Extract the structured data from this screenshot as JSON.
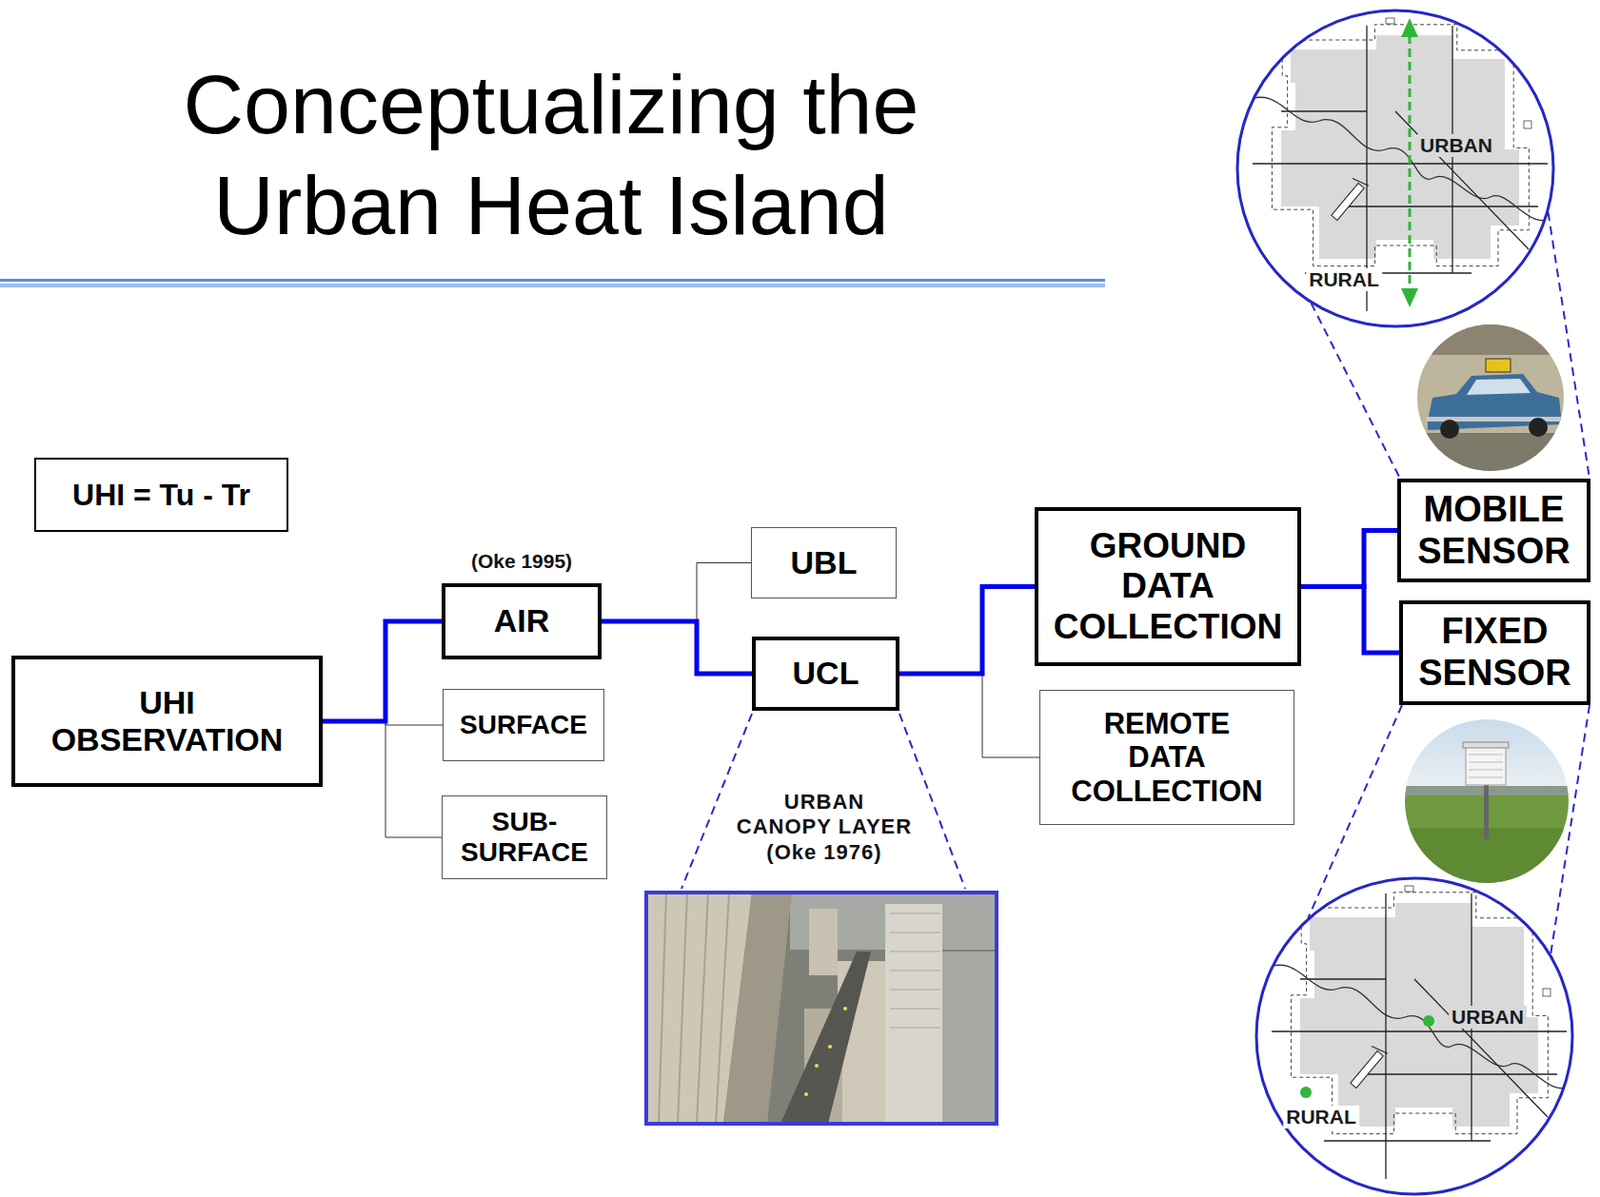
{
  "diagram": {
    "title": "Conceptualizing the Urban Heat Island",
    "nodes": [
      {
        "text": [
          "UHI = Tu - Tr"
        ]
      },
      {
        "text": [
          "UHI OBSERVATION"
        ]
      },
      {
        "text": [
          "AIR"
        ]
      },
      {
        "text": [
          "SURFACE"
        ]
      },
      {
        "text": [
          "SUB- SURFACE"
        ]
      },
      {
        "text": [
          "UBL"
        ]
      },
      {
        "text": [
          "UCL"
        ]
      },
      {
        "text": [
          "GROUND DATA COLLECTION"
        ]
      },
      {
        "text": [
          "REMOTE DATA COLLECTION"
        ]
      },
      {
        "text": [
          "MOBILE SENSOR"
        ]
      },
      {
        "text": [
          "FIXED SENSOR"
        ]
      },
      {
        "text": [
          "URBAN",
          "RURAL"
        ]
      },
      {
        "text": [
          "URBAN",
          "RURAL"
        ]
      }
    ],
    "edges": [
      {
        "from": 1,
        "to": 2,
        "arrow": "none"
      },
      {
        "from": 1,
        "to": 3,
        "arrow": "none"
      },
      {
        "from": 1,
        "to": 4,
        "arrow": "none"
      },
      {
        "from": 2,
        "to": 5,
        "arrow": "none"
      },
      {
        "from": 2,
        "to": 6,
        "arrow": "none"
      },
      {
        "from": 6,
        "to": 7,
        "arrow": "none"
      },
      {
        "from": 6,
        "to": 8,
        "arrow": "none"
      },
      {
        "from": 7,
        "to": 9,
        "arrow": "none"
      },
      {
        "from": 7,
        "to": 10,
        "arrow": "none"
      },
      {
        "from": 11,
        "to": 9,
        "arrow": "none"
      },
      {
        "from": 10,
        "to": 12,
        "arrow": "none"
      }
    ],
    "labels": [
      "(Oke 1995)",
      "URBAN CANOPY LAYER (Oke 1976)"
    ]
  }
}
